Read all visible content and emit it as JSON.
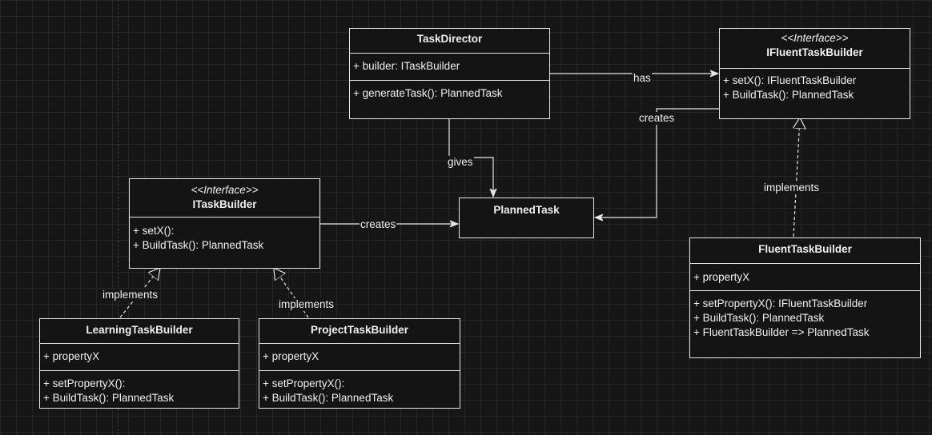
{
  "diagram": {
    "classes": {
      "task_director": {
        "name": "TaskDirector",
        "attributes": [
          "+ builder: ITaskBuilder"
        ],
        "methods": [
          "+ generateTask(): PlannedTask"
        ]
      },
      "ifluent_task_builder": {
        "stereotype": "<<Interface>>",
        "name": "IFluentTaskBuilder",
        "methods": [
          "+ setX(): IFluentTaskBuilder",
          "+ BuildTask(): PlannedTask"
        ]
      },
      "itask_builder": {
        "stereotype": "<<Interface>>",
        "name": "ITaskBuilder",
        "methods": [
          "+ setX():",
          "+ BuildTask(): PlannedTask"
        ]
      },
      "planned_task": {
        "name": "PlannedTask"
      },
      "fluent_task_builder": {
        "name": "FluentTaskBuilder",
        "attributes": [
          "+ propertyX"
        ],
        "methods": [
          "+ setPropertyX(): IFluentTaskBuilder",
          "+ BuildTask(): PlannedTask",
          "+ FluentTaskBuilder => PlannedTask"
        ]
      },
      "learning_task_builder": {
        "name": "LearningTaskBuilder",
        "attributes": [
          "+ propertyX"
        ],
        "methods": [
          "+ setPropertyX():",
          "+ BuildTask(): PlannedTask"
        ]
      },
      "project_task_builder": {
        "name": "ProjectTaskBuilder",
        "attributes": [
          "+ propertyX"
        ],
        "methods": [
          "+ setPropertyX():",
          "+ BuildTask(): PlannedTask"
        ]
      }
    },
    "relations": {
      "has": "has",
      "creates_fluent": "creates",
      "gives": "gives",
      "creates_itask": "creates",
      "implements_fluent": "implements",
      "implements_learning": "implements",
      "implements_project": "implements"
    }
  }
}
